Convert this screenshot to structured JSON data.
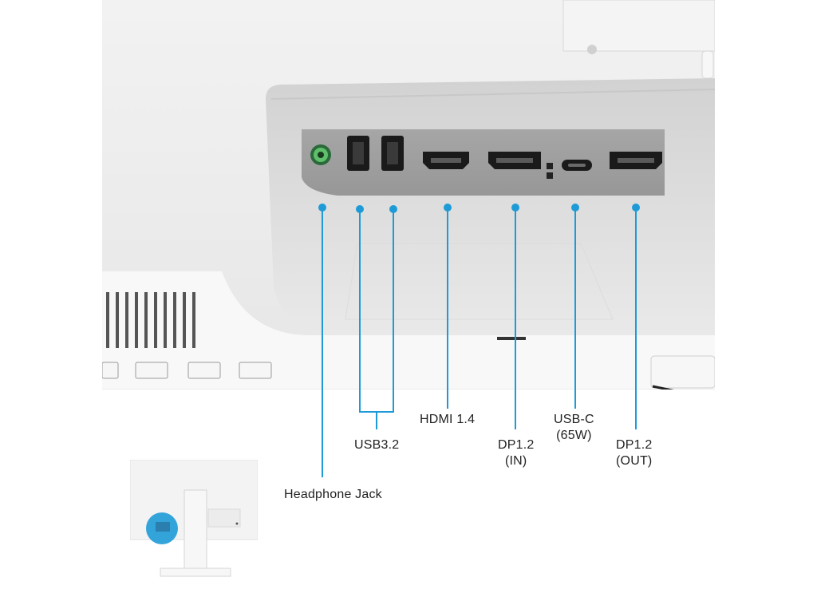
{
  "accent_color": "#1e9bd7",
  "ports": [
    {
      "id": "headphone",
      "lines": [
        "Headphone Jack"
      ]
    },
    {
      "id": "usb",
      "lines": [
        "USB3.2"
      ]
    },
    {
      "id": "hdmi",
      "lines": [
        "HDMI 1.4"
      ]
    },
    {
      "id": "dp-in",
      "lines": [
        "DP1.2",
        "(IN)"
      ]
    },
    {
      "id": "usbc",
      "lines": [
        "USB-C",
        "(65W)"
      ]
    },
    {
      "id": "dp-out",
      "lines": [
        "DP1.2",
        "(OUT)"
      ]
    }
  ],
  "icons": [
    "headphone-port-icon",
    "usb-port-icon",
    "hdmi-port-icon",
    "displayport-icon",
    "usb-c-port-icon"
  ]
}
